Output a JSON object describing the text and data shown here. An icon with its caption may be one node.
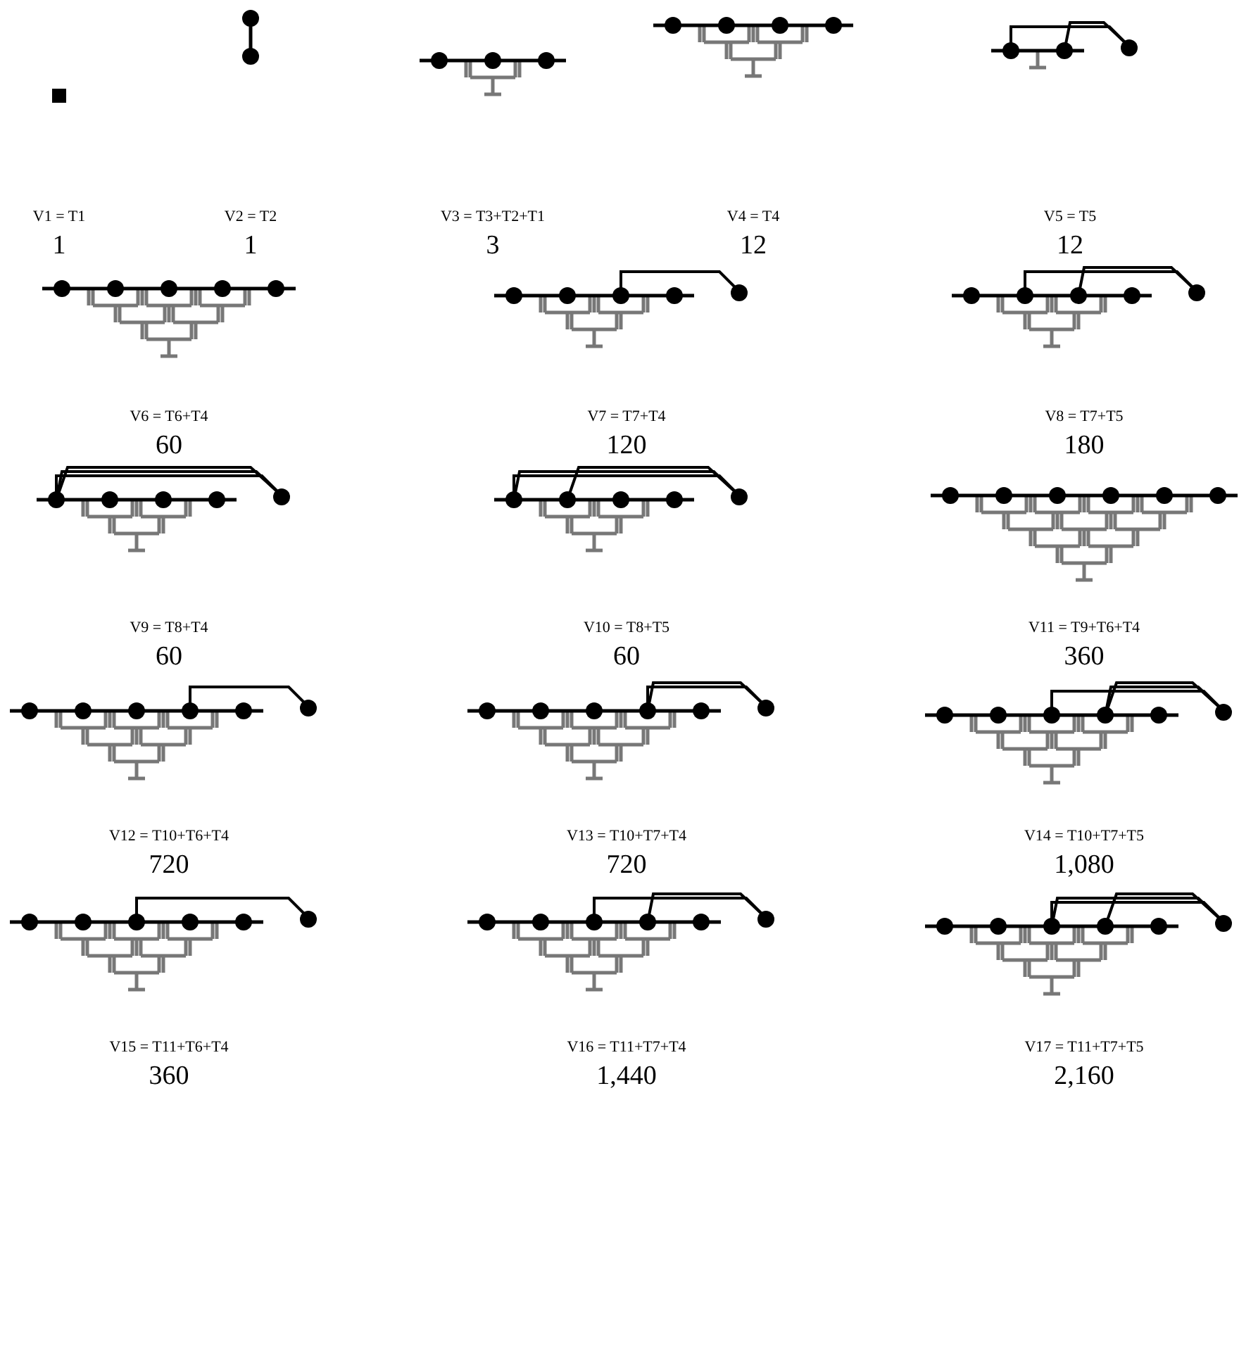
{
  "diagram": {
    "labels": [
      "V1 = T1",
      "1",
      "V2 = T2",
      "1",
      "V3 = T3+T2+T1",
      "3",
      "V4 = T4",
      "12",
      "V5 = T5",
      "12",
      "V6 = T6+T4",
      "60",
      "V7 = T7+T4",
      "120",
      "V8 = T7+T5",
      "180",
      "V9 = T8+T4",
      "60",
      "V10 = T8+T5",
      "60",
      "V11 = T9+T6+T4",
      "360",
      "V12 = T10+T6+T4",
      "720",
      "V13 = T10+T7+T4",
      "720",
      "V14 = T10+T7+T5",
      "1,080",
      "V15 = T11+T6+T4",
      "360",
      "V16 = T11+T7+T4",
      "1,440",
      "V17 = T11+T7+T5",
      "2,160"
    ]
  }
}
